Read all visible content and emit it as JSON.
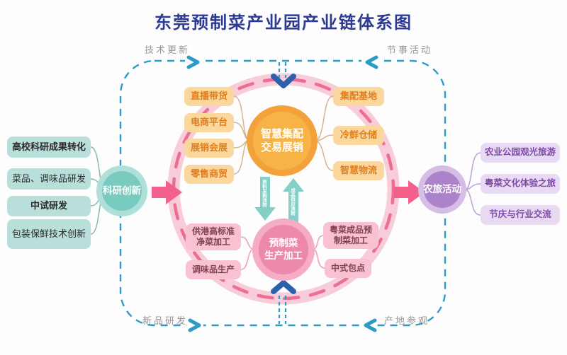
{
  "title": "东莞预制菜产业园产业链体系图",
  "corner_labels": {
    "top_left": "技术更新",
    "top_right": "节事活动",
    "bottom_left": "新品研发",
    "bottom_right": "产地参观"
  },
  "research": {
    "circle_label": "科研创新",
    "items": [
      "高校科研成果转化",
      "菜品、调味品研发",
      "中试研发",
      "包装保鲜技术创新"
    ]
  },
  "smart_trade": {
    "circle_label_line1": "智慧集配",
    "circle_label_line2": "交易展销",
    "left_items": [
      "直播带货",
      "电商平台",
      "展销会展",
      "零售商贸"
    ],
    "right_items": [
      "集配基地",
      "冷鲜仓储",
      "智慧物流"
    ]
  },
  "production": {
    "circle_label_line1": "预制菜",
    "circle_label_line2": "生产加工",
    "left_items": [
      "供港高标准净菜加工",
      "调味品生产"
    ],
    "right_items": [
      "粤菜成品预制菜加工",
      "中式包点"
    ]
  },
  "flow_arrows": {
    "down_label": "原料采购流转",
    "up_label": "成品供应流转"
  },
  "agritourism": {
    "circle_label": "农旅活动",
    "items": [
      "农业公园观光旅游",
      "粤菜文化体验之旅",
      "节庆与行业交流"
    ]
  },
  "colors": {
    "title_blue": "#2c3a94",
    "border_blue": "#2d9bc7",
    "chevron_blue": "#2a62ae",
    "label_gray": "#979797",
    "green_box_bg": "#b9dfda",
    "teal_outer": "#aedfd8",
    "teal_inner": "#79cabf",
    "pink_arrow": "#f2608b",
    "ring_band": "#f8ccd8",
    "ring_dash": "#ee6d94",
    "orange_outer": "#f2a13b",
    "orange_inner": "#f8b347",
    "orange_box_bg": "#fad79d",
    "orange_text": "#e07f1f",
    "flow_teal": "#85cfc6",
    "pink_outer": "#f4adc5",
    "pink_inner": "#ec88ac",
    "pink_box_bg": "#f8c2d2",
    "pink_text": "#83404f",
    "purple_outer": "#d5bde5",
    "purple_inner": "#aa83cb",
    "purple_box_bg": "#e9daf3",
    "purple_text": "#7d4aa5"
  }
}
